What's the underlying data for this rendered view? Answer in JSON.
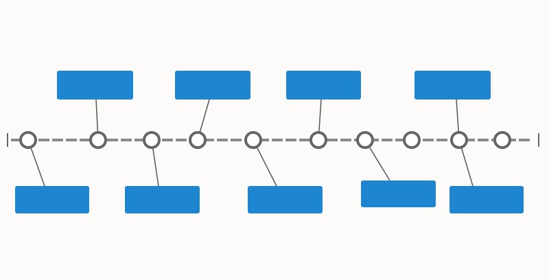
{
  "diagram": {
    "type": "timeline",
    "milestone_count": 10,
    "label_box_count": 9,
    "colors": {
      "box": "#1e86d0",
      "axis": "#8a8a8a",
      "node_stroke": "#666666",
      "node_fill": "#ffffff",
      "connector": "#555555",
      "background": "#fcfbfa"
    }
  }
}
